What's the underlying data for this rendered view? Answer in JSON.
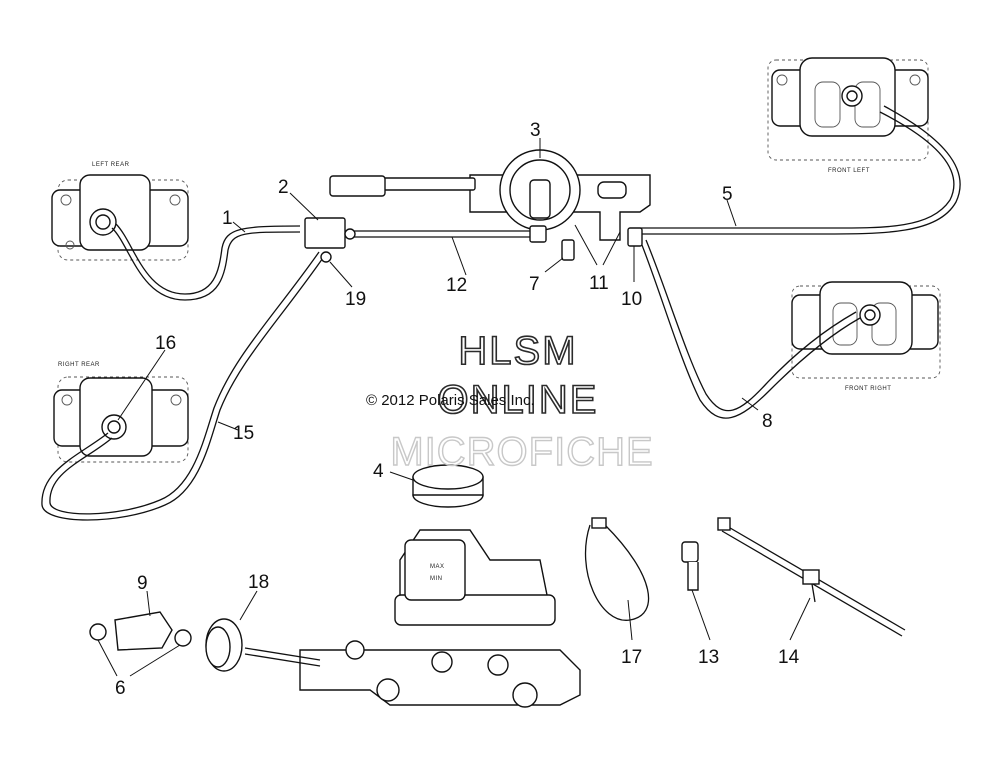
{
  "watermark": {
    "line1": "HLSM",
    "line2": "ONLINE",
    "line3": "MICROFICHE",
    "copyright": "© 2012 Polaris Sales Inc."
  },
  "corner_labels": {
    "left_rear": "LEFT REAR",
    "right_rear": "RIGHT REAR",
    "front_left": "FRONT LEFT",
    "front_right": "FRONT RIGHT",
    "max": "MAX",
    "min": "MIN"
  },
  "callouts": [
    "1",
    "2",
    "3",
    "4",
    "5",
    "6",
    "7",
    "8",
    "9",
    "10",
    "11",
    "12",
    "13",
    "14",
    "15",
    "16",
    "17",
    "18",
    "19"
  ]
}
